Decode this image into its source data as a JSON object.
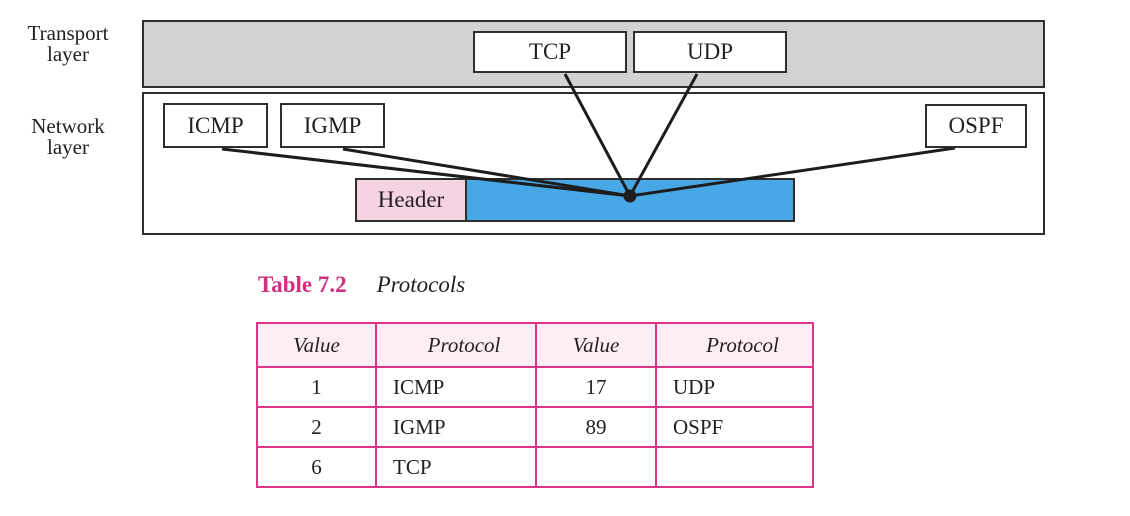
{
  "colors": {
    "layer_fill": "#d2d2d2",
    "box_border": "#2e2e2e",
    "line_color": "#1d1d1d",
    "header_fill": "#f6d3e3",
    "payload_fill": "#47a8e5",
    "table_border": "#dd3488",
    "table_header_fill": "#fdeef5",
    "title_accent": "#d02f80",
    "text_color": "#231f20"
  },
  "diagram": {
    "layers": {
      "transport": [
        "Transport",
        "layer"
      ],
      "network": [
        "Network",
        "layer"
      ]
    },
    "protocol_boxes": {
      "tcp": "TCP",
      "udp": "UDP",
      "icmp": "ICMP",
      "igmp": "IGMP",
      "ospf": "OSPF"
    },
    "packet": {
      "header_label": "Header"
    }
  },
  "table": {
    "title_label": "Table 7.2",
    "title_caption": "Protocols",
    "headers": [
      "Value",
      "Protocol",
      "Value",
      "Protocol"
    ],
    "rows": [
      [
        "1",
        "ICMP",
        "17",
        "UDP"
      ],
      [
        "2",
        "IGMP",
        "89",
        "OSPF"
      ],
      [
        "6",
        "TCP",
        "",
        ""
      ]
    ]
  }
}
